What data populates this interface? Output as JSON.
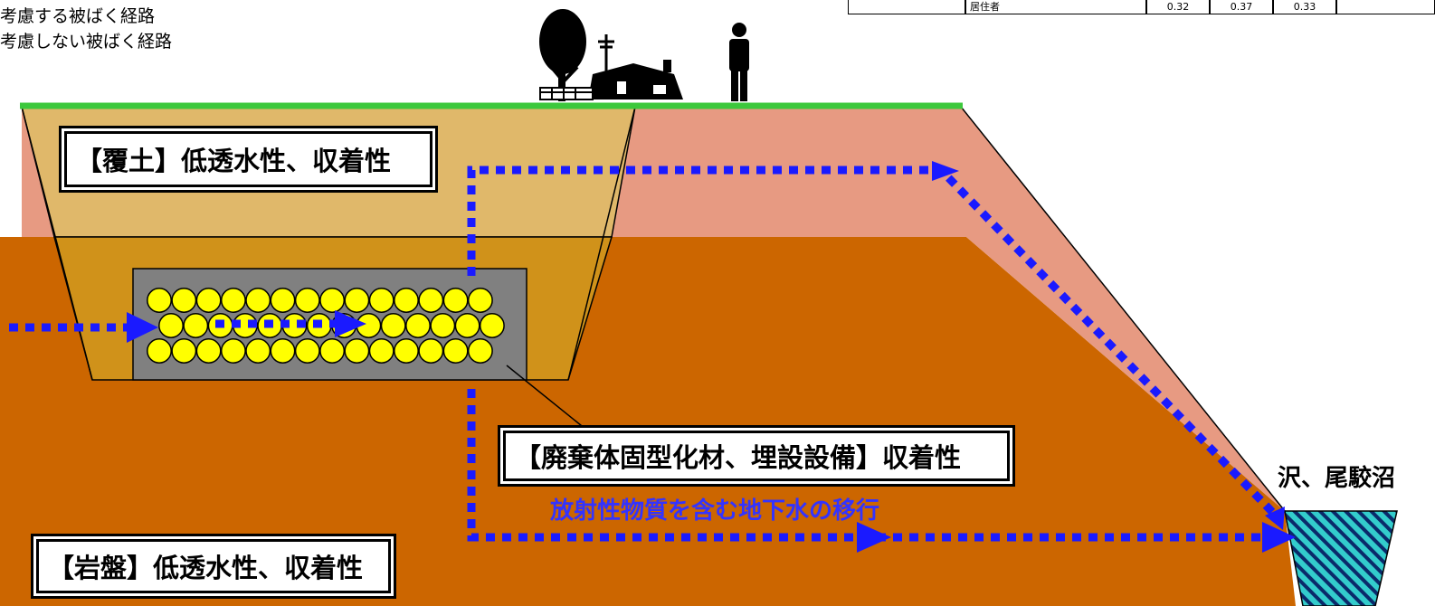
{
  "legend": {
    "considered": "考慮する被ばく経路",
    "not_considered": "考慮しない被ばく経路"
  },
  "labels": {
    "cover_soil": "【覆土】低透水性、収着性",
    "waste_facility": "【廃棄体固型化材、埋設設備】収着性",
    "bedrock": "【岩盤】低透水性、収着性",
    "groundwater_flow": "放射性物質を含む地下水の移行",
    "stream_pond": "沢、尾駮沼"
  },
  "table_fragment": {
    "row_label": "居住者",
    "values": [
      "0.32",
      "0.37",
      "0.33"
    ]
  },
  "colors": {
    "ground_line": "#3cc83c",
    "cover_soil": "#e0b86a",
    "cover_soil_lower": "#d0921a",
    "upper_soil": "#e79a82",
    "bedrock": "#cc6600",
    "waste_box": "#808080",
    "drum": "#ffff00",
    "flow_arrow": "#1a1aff",
    "water": "#33cccc"
  },
  "icons": [
    "tree-icon",
    "house-icon",
    "utility-pole-icon",
    "person-icon"
  ]
}
